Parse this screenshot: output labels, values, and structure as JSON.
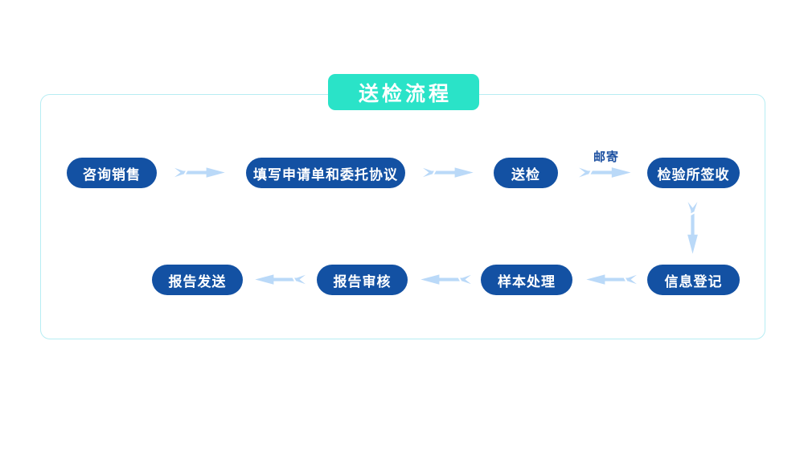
{
  "title": {
    "label": "送检流程",
    "bg_color": "#2ae3c8",
    "text_color": "#ffffff"
  },
  "panel": {
    "border_color": "#b7edf3"
  },
  "flow": {
    "node_bg_color": "#1351a3",
    "node_text_color": "#ffffff",
    "arrow_color": "#bad9f8",
    "mail_label_color": "#1b4fa0",
    "top_row": [
      {
        "label": "咨询销售"
      },
      {
        "label": "填写申请单和委托协议"
      },
      {
        "label": "送检"
      },
      {
        "label": "检验所签收"
      }
    ],
    "mail_label": "邮寄",
    "bottom_row": [
      {
        "label": "报告发送"
      },
      {
        "label": "报告审核"
      },
      {
        "label": "样本处理"
      },
      {
        "label": "信息登记"
      }
    ]
  },
  "icons": {
    "flow_arrow_types": [
      "arrow-right-icon",
      "arrow-down-icon",
      "arrow-left-icon"
    ]
  }
}
